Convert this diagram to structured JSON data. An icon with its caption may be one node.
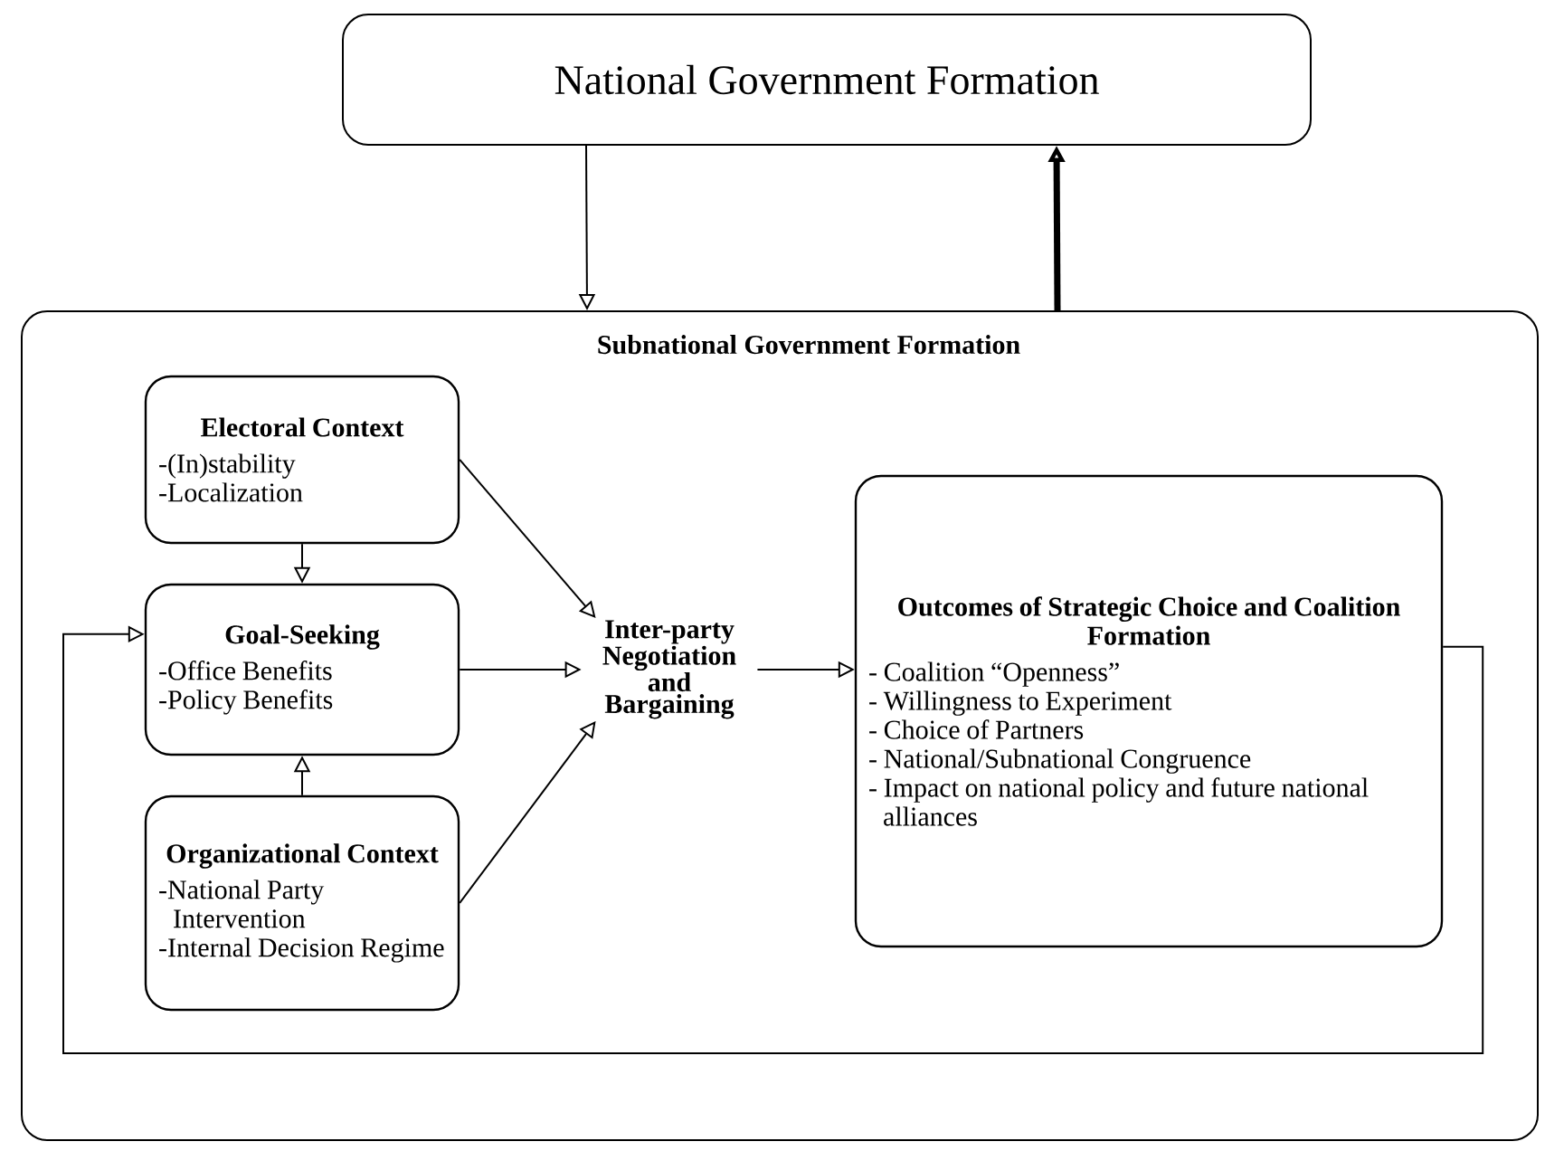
{
  "diagram": {
    "nodes": [
      {
        "text": [
          "National Government Formation"
        ]
      },
      {
        "text": [
          "Subnational Government Formation"
        ]
      },
      {
        "text": [
          "Electoral Context",
          "-(In)stability",
          "-Localization"
        ],
        "in": 1
      },
      {
        "text": [
          "Goal-Seeking",
          "-Office Benefits",
          "-Policy Benefits"
        ],
        "in": 1
      },
      {
        "text": [
          "Organizational Context",
          "-National Party Intervention",
          "-Internal Decision Regime"
        ],
        "in": 1
      },
      {
        "text": [
          "Inter-party Negotiation and Bargaining"
        ],
        "in": 1
      },
      {
        "text": [
          "Outcomes of Strategic Choice and Coalition Formation",
          "- Coalition “Openness”",
          "- Willingness to Experiment",
          "- Choice of Partners",
          "- National/Subnational Congruence",
          "- Impact on national policy and future national alliances"
        ],
        "in": 1
      }
    ],
    "edges": [
      {
        "from": 0,
        "to": 1,
        "arrow": "to"
      },
      {
        "from": 1,
        "to": 0,
        "arrow": "to",
        "style": "thick"
      },
      {
        "from": 2,
        "to": 3,
        "arrow": "to"
      },
      {
        "from": 2,
        "to": 5,
        "arrow": "to"
      },
      {
        "from": 3,
        "to": 5,
        "arrow": "to"
      },
      {
        "from": 4,
        "to": 3,
        "arrow": "to"
      },
      {
        "from": 4,
        "to": 5,
        "arrow": "to"
      },
      {
        "from": 5,
        "to": 6,
        "arrow": "to"
      },
      {
        "from": 6,
        "to": 3,
        "arrow": "to"
      }
    ]
  }
}
